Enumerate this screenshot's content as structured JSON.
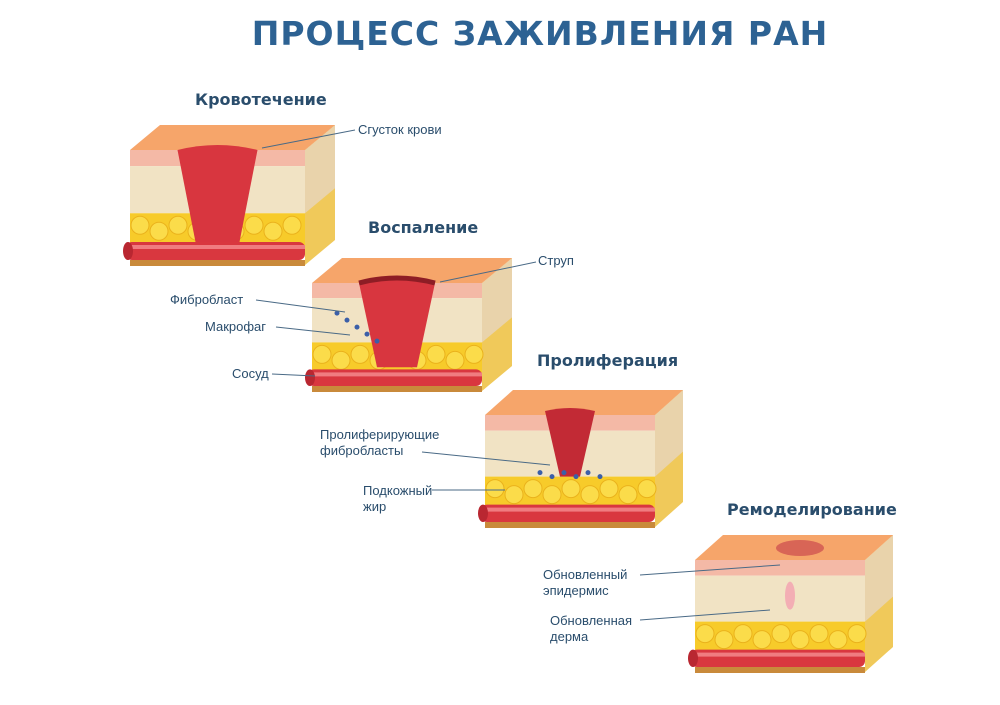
{
  "title": "ПРОЦЕСС ЗАЖИВЛЕНИЯ РАН",
  "stages": [
    {
      "name": "Кровотечение",
      "labels": [
        "Сгусток крови"
      ]
    },
    {
      "name": "Воспаление",
      "labels": [
        "Струп",
        "Фибробласт",
        "Макрофаг",
        "Сосуд"
      ]
    },
    {
      "name": "Пролиферация",
      "labels": [
        "Пролиферирующие\nфибробласты",
        "Подкожный\nжир"
      ]
    },
    {
      "name": "Ремоделирование",
      "labels": [
        "Обновленный\nэпидермис",
        "Обновленная\nдерма"
      ]
    }
  ],
  "colors": {
    "title": "#2d6293",
    "epidermis": "#f4b9a6",
    "dermis": "#f1e3c4",
    "fat": "#f7cb2a",
    "vessel": "#d9373f",
    "clot": "#d8363f",
    "base": "#c98a3b"
  }
}
